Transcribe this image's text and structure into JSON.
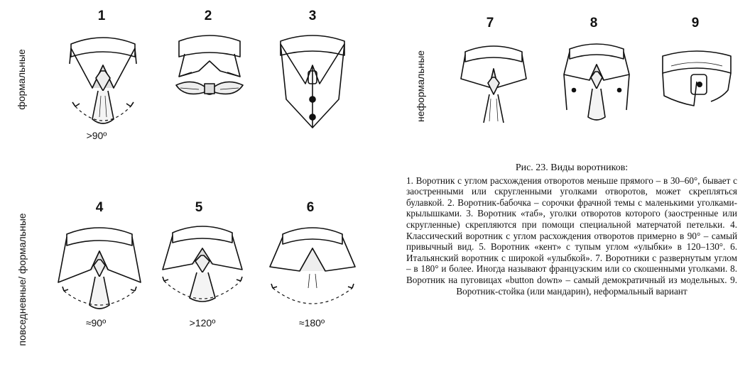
{
  "labels": {
    "formal": "формальные",
    "casual_formal": "повседневные/ формальные",
    "informal": "неформальные"
  },
  "collars": [
    {
      "num": "1",
      "angle": ">90º"
    },
    {
      "num": "2",
      "angle": ""
    },
    {
      "num": "3",
      "angle": ""
    },
    {
      "num": "4",
      "angle": "≈90º"
    },
    {
      "num": "5",
      "angle": ">120º"
    },
    {
      "num": "6",
      "angle": "≈180º"
    },
    {
      "num": "7",
      "angle": ""
    },
    {
      "num": "8",
      "angle": ""
    },
    {
      "num": "9",
      "angle": ""
    }
  ],
  "caption": {
    "title": "Рис. 23. Виды воротников:",
    "body": "1. Воротник с углом расхождения отворотов меньше прямого – в 30–60°, бывает с заостренными или скругленными уголками отворотов, может скрепляться булавкой. 2. Воротник-бабочка – сорочки фрачной темы с маленькими уголками-крылышками. 3. Воротник «таб», уголки отворотов которого (заостренные или скругленные) скрепляются при помощи специальной матерчатой петельки. 4. Классический воротник с углом расхождения отворотов примерно в 90° – самый привычный вид. 5. Воротник «кент» с тупым углом «улыбки» в 120–130°. 6. Итальянский воротник с широкой «улыбкой». 7. Воротники с развернутым углом – в 180° и более. Иногда называют французским или со скошенными уголками. 8. Воротник на пуговицах «button down» – самый демократичный из модельных. 9. Воротник-стойка (или мандарин), неформальный вариант"
  }
}
